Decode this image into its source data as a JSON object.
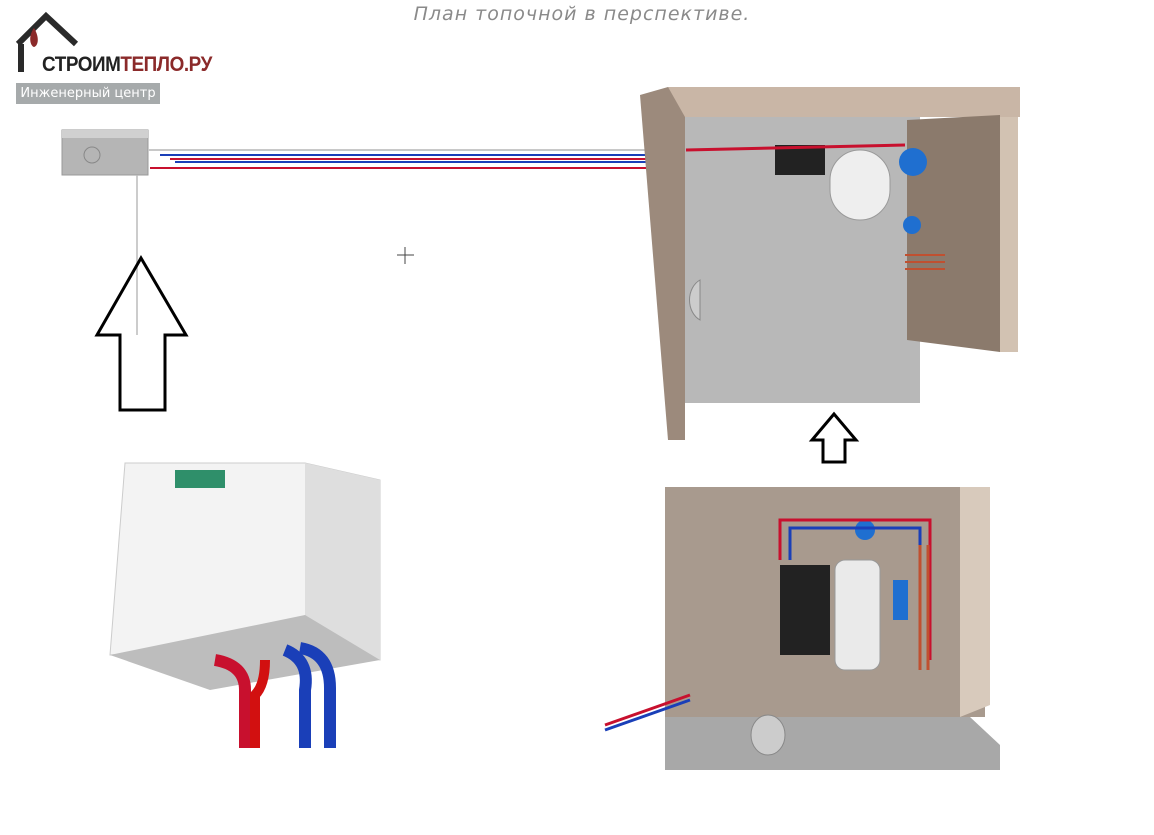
{
  "title": "План топочной в перспективе.",
  "logo": {
    "name_dark": "СТРОИМ",
    "name_accent": "ТЕПЛО.РУ",
    "badge": "Инженерный центр"
  },
  "colors": {
    "accent": "#8b2a2a",
    "hot_pipe": "#c8102e",
    "cold_pipe": "#1a3fb8",
    "wall": "#a89a8e",
    "floor": "#b8b8b8"
  },
  "icons": [
    "house-flame-logo",
    "arrow-up-icon",
    "crosshair-icon"
  ]
}
